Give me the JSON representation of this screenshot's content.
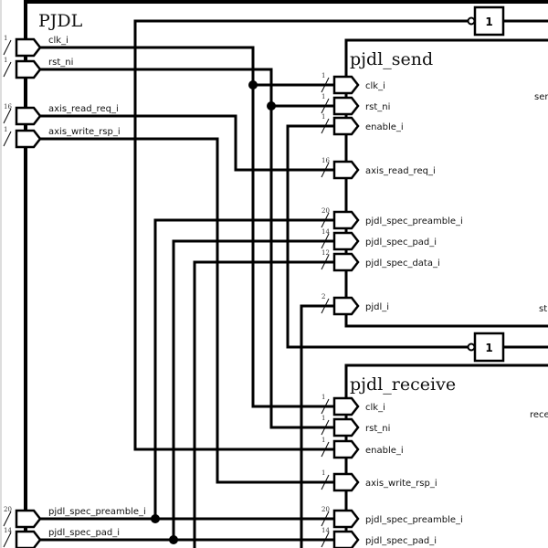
{
  "top_module": {
    "title": "PJDL",
    "ports": [
      {
        "name": "clk_i",
        "width": "1"
      },
      {
        "name": "rst_ni",
        "width": "1"
      },
      {
        "name": "axis_read_req_i",
        "width": "16"
      },
      {
        "name": "axis_write_rsp_i",
        "width": "1"
      },
      {
        "name": "pjdl_spec_preamble_i",
        "width": "20"
      },
      {
        "name": "pjdl_spec_pad_i",
        "width": "14"
      }
    ]
  },
  "send_module": {
    "title": "pjdl_send",
    "ports": [
      {
        "name": "clk_i",
        "width": "1"
      },
      {
        "name": "rst_ni",
        "width": "1"
      },
      {
        "name": "enable_i",
        "width": "1"
      },
      {
        "name": "axis_read_req_i",
        "width": "16"
      },
      {
        "name": "pjdl_spec_preamble_i",
        "width": "20"
      },
      {
        "name": "pjdl_spec_pad_i",
        "width": "14"
      },
      {
        "name": "pjdl_spec_data_i",
        "width": "12"
      },
      {
        "name": "pjdl_i",
        "width": "2"
      }
    ],
    "outputs_clipped": [
      "sen",
      "st"
    ]
  },
  "receive_module": {
    "title": "pjdl_receive",
    "ports": [
      {
        "name": "clk_i",
        "width": "1"
      },
      {
        "name": "rst_ni",
        "width": "1"
      },
      {
        "name": "enable_i",
        "width": "1"
      },
      {
        "name": "axis_write_rsp_i",
        "width": "1"
      },
      {
        "name": "pjdl_spec_preamble_i",
        "width": "20"
      },
      {
        "name": "pjdl_spec_pad_i",
        "width": "14"
      }
    ],
    "outputs_clipped": [
      "rece"
    ]
  },
  "inverters": [
    {
      "label": "1"
    },
    {
      "label": "1"
    }
  ]
}
